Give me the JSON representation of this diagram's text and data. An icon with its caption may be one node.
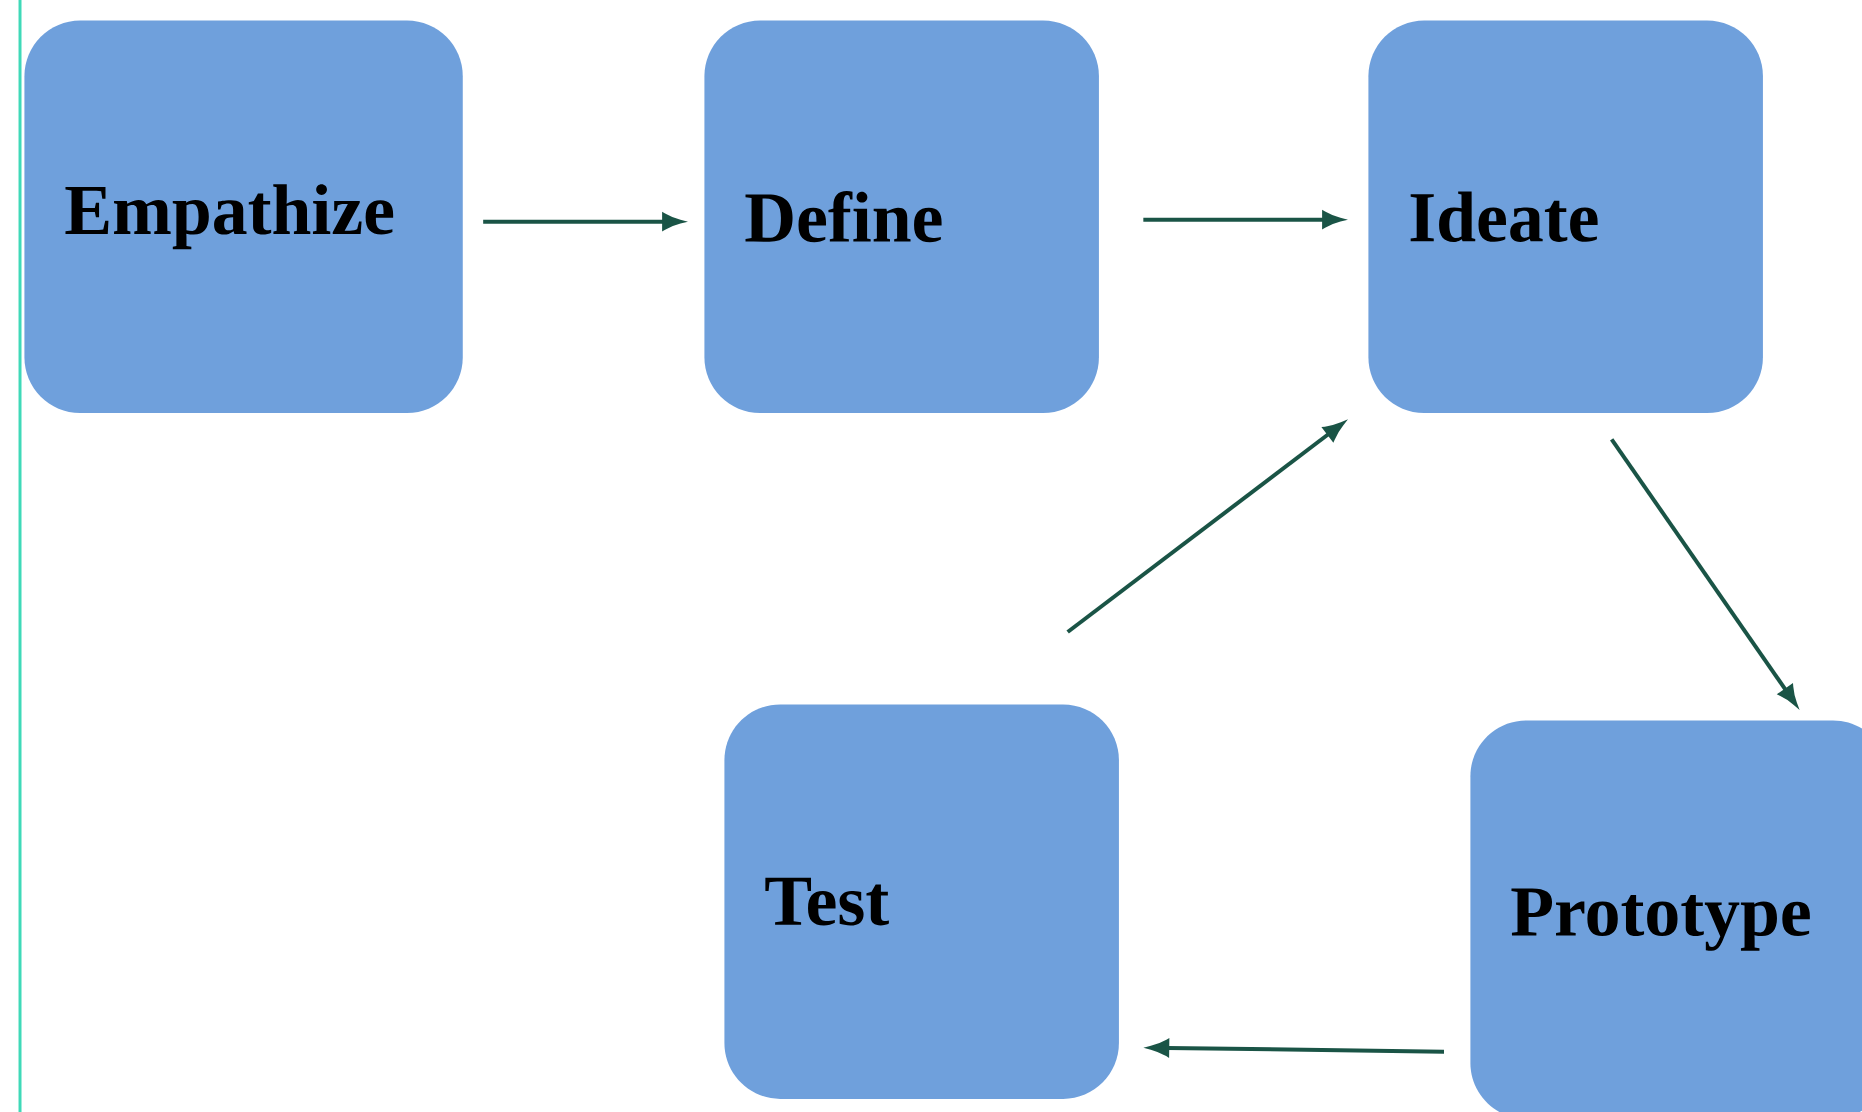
{
  "diagram": {
    "nodes": [
      {
        "text": [
          "Empathize"
        ]
      },
      {
        "text": [
          "Define"
        ]
      },
      {
        "text": [
          "Ideate"
        ]
      },
      {
        "text": [
          "Prototype"
        ]
      },
      {
        "text": [
          "Test"
        ]
      }
    ],
    "edges": [
      {
        "from": 0,
        "to": 1,
        "arrow": "to"
      },
      {
        "from": 1,
        "to": 2,
        "arrow": "to"
      },
      {
        "from": 2,
        "to": 3,
        "arrow": "to"
      },
      {
        "from": 3,
        "to": 4,
        "arrow": "to"
      },
      {
        "from": 4,
        "to": 2,
        "arrow": "to"
      }
    ]
  }
}
